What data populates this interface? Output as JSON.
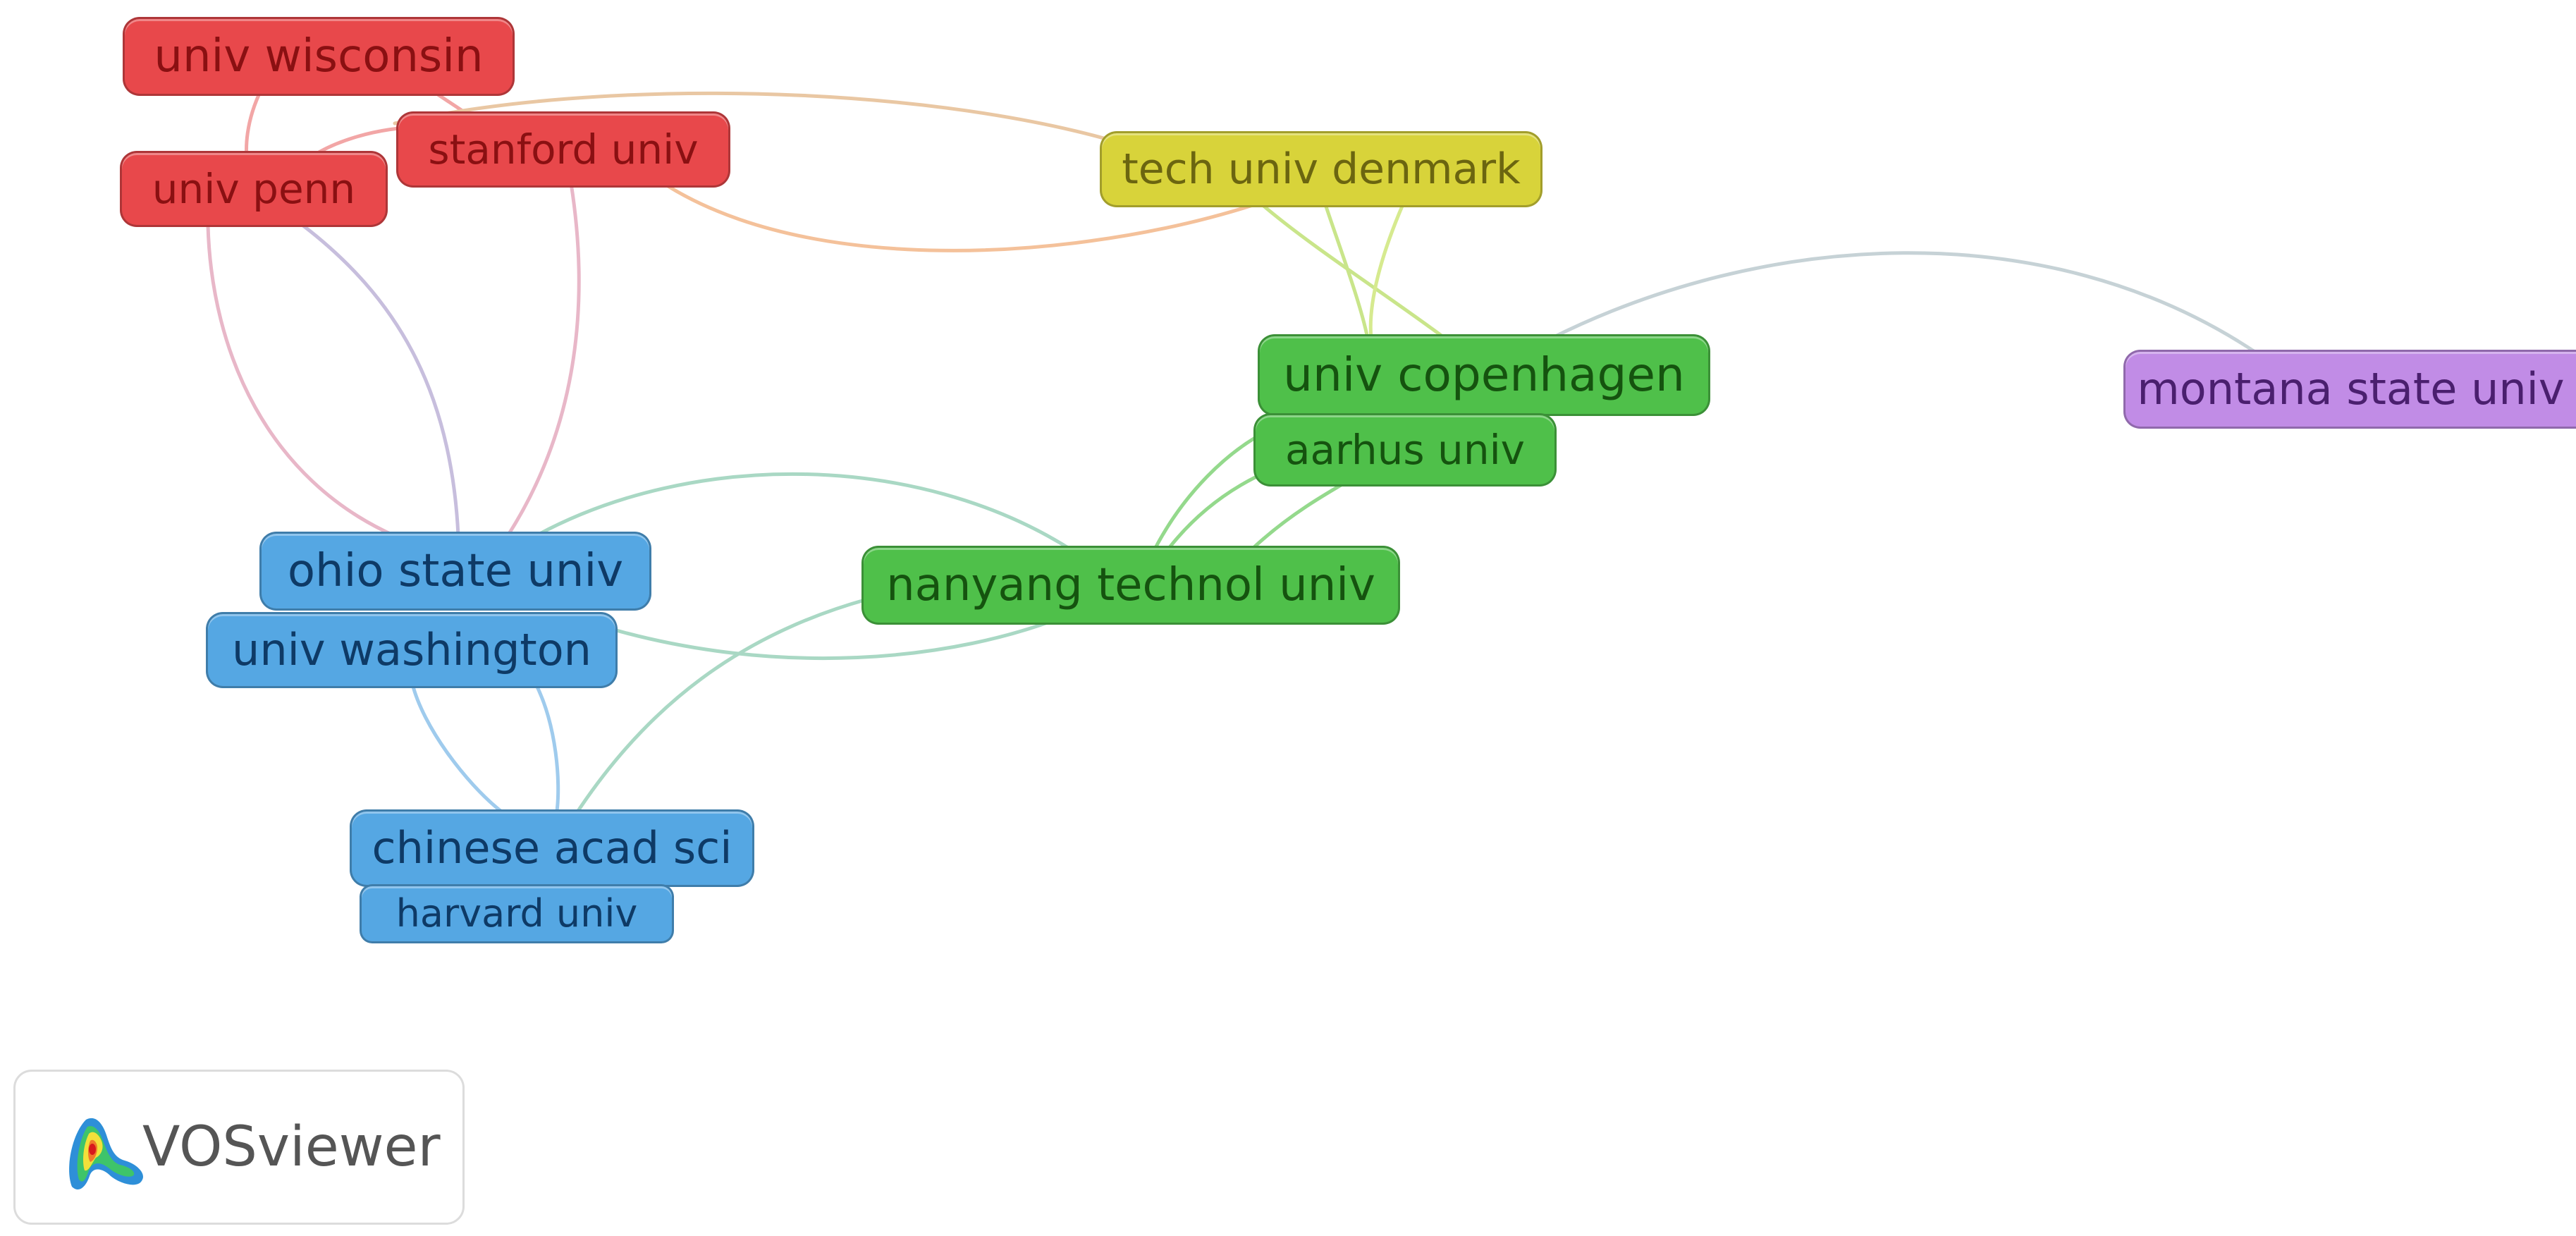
{
  "network": {
    "nodes": [
      {
        "id": "univ-wisconsin",
        "label": "univ wisconsin",
        "cluster": "red"
      },
      {
        "id": "stanford-univ",
        "label": "stanford univ",
        "cluster": "red"
      },
      {
        "id": "univ-penn",
        "label": "univ penn",
        "cluster": "red"
      },
      {
        "id": "tech-univ-denmark",
        "label": "tech univ denmark",
        "cluster": "yellow"
      },
      {
        "id": "univ-copenhagen",
        "label": "univ copenhagen",
        "cluster": "green"
      },
      {
        "id": "aarhus-univ",
        "label": "aarhus univ",
        "cluster": "green"
      },
      {
        "id": "nanyang-technol-univ",
        "label": "nanyang technol univ",
        "cluster": "green"
      },
      {
        "id": "montana-state-univ",
        "label": "montana state univ",
        "cluster": "purple"
      },
      {
        "id": "ohio-state-univ",
        "label": "ohio state univ",
        "cluster": "blue"
      },
      {
        "id": "univ-washington",
        "label": "univ washington",
        "cluster": "blue"
      },
      {
        "id": "chinese-acad-sci",
        "label": "chinese acad sci",
        "cluster": "blue"
      },
      {
        "id": "harvard-univ",
        "label": "harvard univ",
        "cluster": "blue"
      }
    ],
    "clusters": {
      "red": {
        "fill": "#e8484b",
        "text": "#8a1012",
        "link": "#f2a0a2"
      },
      "yellow": {
        "fill": "#d8d33a",
        "text": "#6b6510",
        "link": "#e6e27e"
      },
      "green": {
        "fill": "#4fc04a",
        "text": "#15530f",
        "link": "#94d98c"
      },
      "blue": {
        "fill": "#55a7e3",
        "text": "#0e3a66",
        "link": "#9fcbed"
      },
      "purple": {
        "fill": "#c18ce6",
        "text": "#4a1f6e",
        "link": "#d4b5ee"
      }
    }
  },
  "logo": {
    "text": "VOSviewer",
    "icon": "vosviewer-logo-icon"
  }
}
